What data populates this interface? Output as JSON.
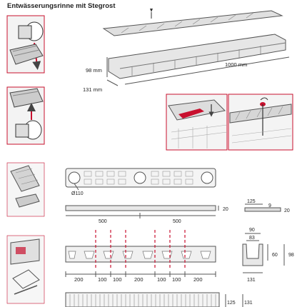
{
  "title": "Entwässerungsrinne mit Stegrost",
  "colors": {
    "accent_red": "#c8102e",
    "line": "#555555",
    "panel_fill": "#eeeeee",
    "grate_fill": "#d8d8d8"
  },
  "overview": {
    "height_label": "98 mm",
    "width_label": "131 mm",
    "length_label": "1000 mm"
  },
  "top_view": {
    "hole_label": "Ø110",
    "side_value": "20",
    "left_half": "500",
    "right_half": "500"
  },
  "grate_section": {
    "width_value": "125",
    "thickness_value": "9",
    "height_value": "20"
  },
  "channel_section": {
    "top_width": "90",
    "inner_width": "83",
    "inner_height": "60",
    "outer_height": "98",
    "base_width": "131"
  },
  "cut_spacing": {
    "segments": [
      "200",
      "100",
      "100",
      "200",
      "100",
      "100",
      "200"
    ]
  },
  "bottom_strip": {
    "value_a": "125",
    "value_b": "131"
  }
}
